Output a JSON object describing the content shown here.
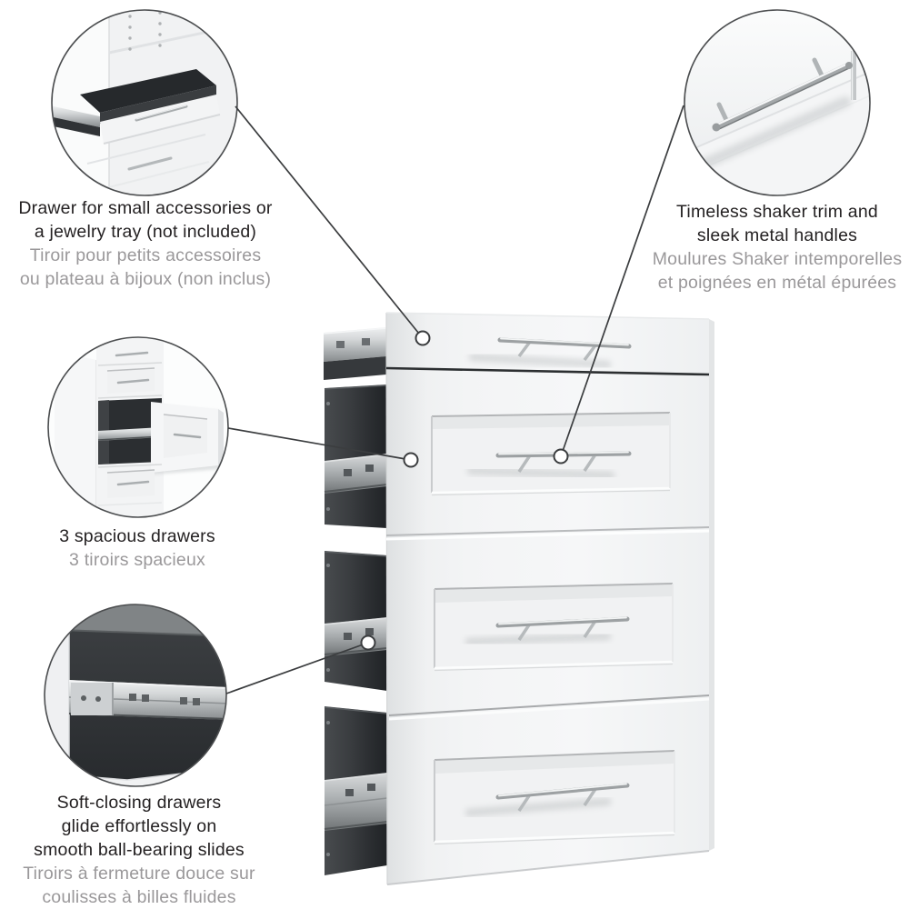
{
  "colors": {
    "background": "#ffffff",
    "title_text": "#242122",
    "subtitle_text": "#9a989a",
    "leader_line": "#3b3d3f",
    "cabinet_white": "#f3f4f5",
    "drawer_box_dark": "#33363a",
    "metal_silver": "#c9cccd"
  },
  "callouts": {
    "accessory_drawer": {
      "title_lines": [
        "Drawer for small accessories or",
        "a jewelry tray (not included)"
      ],
      "subtitle_lines": [
        "Tiroir pour petits accessoires",
        "ou plateau à bijoux (non inclus)"
      ]
    },
    "shaker_handles": {
      "title_lines": [
        "Timeless shaker trim and",
        "sleek metal handles"
      ],
      "subtitle_lines": [
        "Moulures Shaker intemporelles",
        "et poignées en métal épurées"
      ]
    },
    "spacious_drawers": {
      "title_lines": [
        "3 spacious drawers"
      ],
      "subtitle_lines": [
        "3 tiroirs spacieux"
      ]
    },
    "soft_close": {
      "title_lines": [
        "Soft-closing drawers",
        "glide effortlessly on",
        "smooth ball-bearing slides"
      ],
      "subtitle_lines": [
        "Tiroirs à fermeture douce sur",
        "coulisses à billes fluides"
      ]
    }
  }
}
